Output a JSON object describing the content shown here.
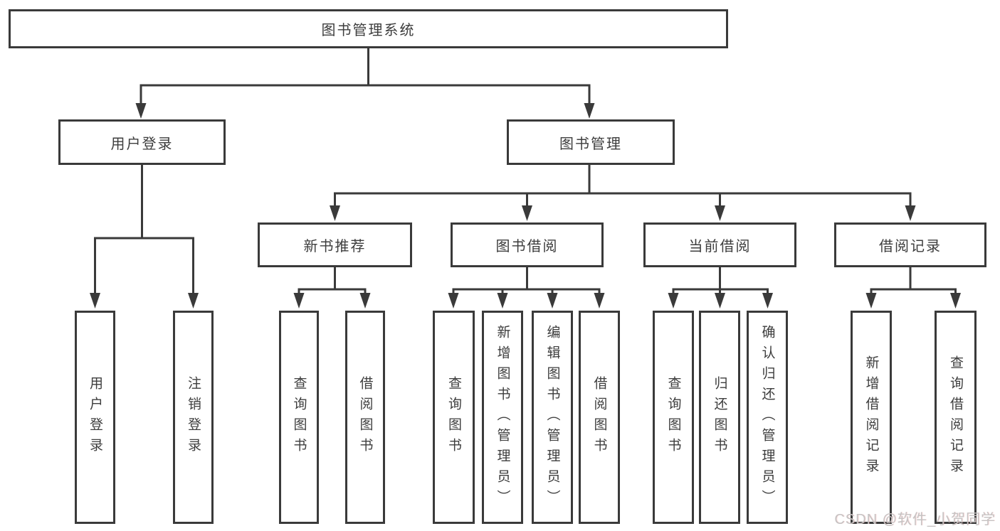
{
  "tree": {
    "root": "图书管理系统",
    "children": [
      {
        "label": "用户登录",
        "children": [
          "用户登录",
          "注销登录"
        ]
      },
      {
        "label": "图书管理",
        "children": [
          {
            "label": "新书推荐",
            "children": [
              "查询图书",
              "借阅图书"
            ]
          },
          {
            "label": "图书借阅",
            "children": [
              "查询图书",
              "新增图书（管理员）",
              "编辑图书（管理员）",
              "借阅图书"
            ]
          },
          {
            "label": "当前借阅",
            "children": [
              "查询图书",
              "归还图书",
              "确认归还（管理员）"
            ]
          },
          {
            "label": "借阅记录",
            "children": [
              "新增借阅记录",
              "查询借阅记录"
            ]
          }
        ]
      }
    ]
  },
  "watermark": "CSDN @软件_小贺同学",
  "colors": {
    "line": "#3a3a3a",
    "text": "#3d3d3d",
    "watermark_text": "#c6c3c3",
    "background": "#ffffff"
  }
}
